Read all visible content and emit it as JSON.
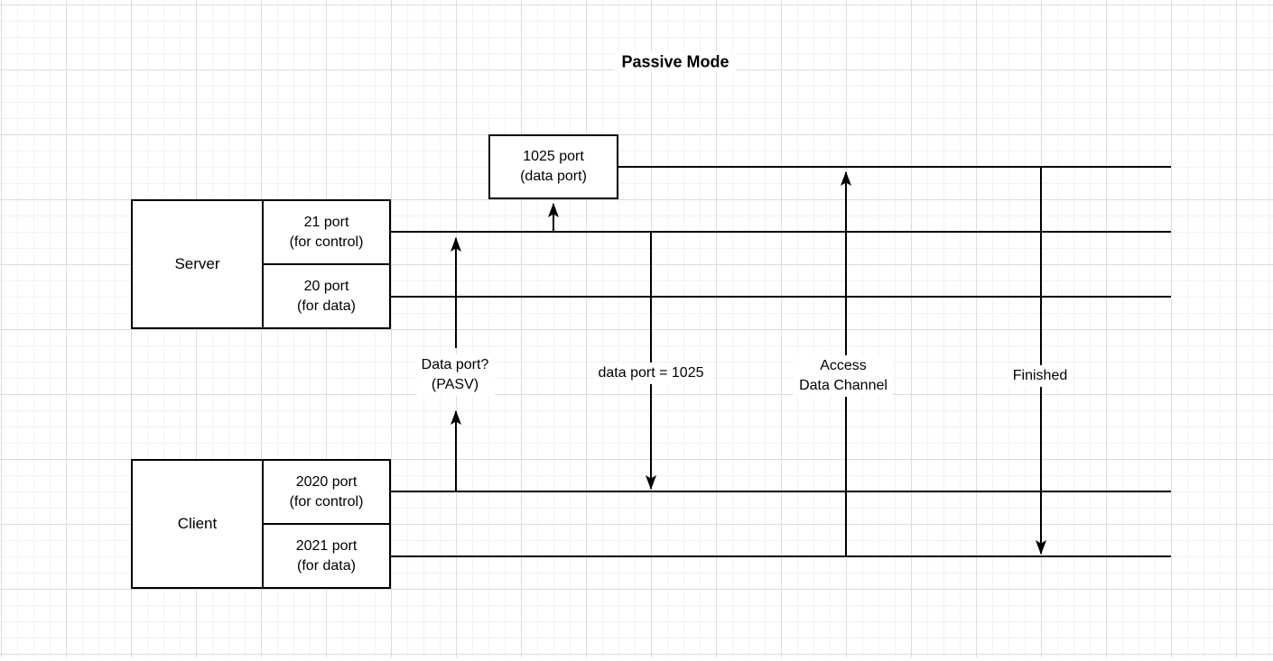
{
  "title": "Passive Mode",
  "boxes": {
    "data_port": {
      "line1": "1025 port",
      "line2": "(data port)"
    },
    "server": {
      "name": "Server",
      "control_port": {
        "line1": "21 port",
        "line2": "(for control)"
      },
      "data_port": {
        "line1": "20 port",
        "line2": "(for data)"
      }
    },
    "client": {
      "name": "Client",
      "control_port": {
        "line1": "2020 port",
        "line2": "(for control)"
      },
      "data_port": {
        "line1": "2021 port",
        "line2": "(for data)"
      }
    }
  },
  "edge_labels": {
    "pasv_request": {
      "line1": "Data port?",
      "line2": "(PASV)"
    },
    "pasv_reply": "data port = 1025",
    "access": {
      "line1": "Access",
      "line2": "Data Channel"
    },
    "finished": "Finished"
  },
  "colors": {
    "stroke": "#000000",
    "background": "#ffffff",
    "grid_minor": "#f2f2f2",
    "grid_major": "#dcdcdc"
  }
}
